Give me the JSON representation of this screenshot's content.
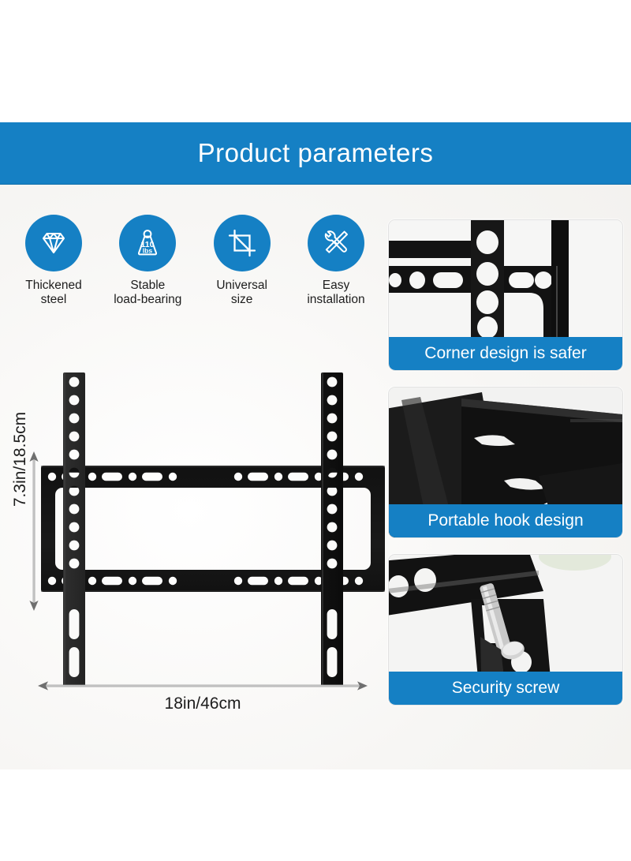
{
  "header": {
    "title": "Product parameters",
    "banner_color": "#1580c4"
  },
  "features": [
    {
      "icon": "diamond-icon",
      "label": "Thickened\nsteel"
    },
    {
      "icon": "weight-110lbs-icon",
      "label": "Stable\nload-bearing",
      "weight_value": "110",
      "weight_unit": "lbs"
    },
    {
      "icon": "crop-frame-icon",
      "label": "Universal\nsize"
    },
    {
      "icon": "wrench-screwdriver-icon",
      "label": "Easy\ninstallation"
    }
  ],
  "product": {
    "name": "tv-wall-mount-bracket",
    "dimension_height": "7.3in/18.5cm",
    "dimension_width": "18in/46cm"
  },
  "detail_panels": [
    {
      "label": "Corner design is safer",
      "photo": "bracket-corner-closeup"
    },
    {
      "label": "Portable hook design",
      "photo": "bracket-hook-closeup"
    },
    {
      "label": "Security screw",
      "photo": "bracket-screw-closeup"
    }
  ],
  "colors": {
    "brand_blue": "#1580c4",
    "metal_black": "#141414",
    "background": "#f4f3f0"
  }
}
